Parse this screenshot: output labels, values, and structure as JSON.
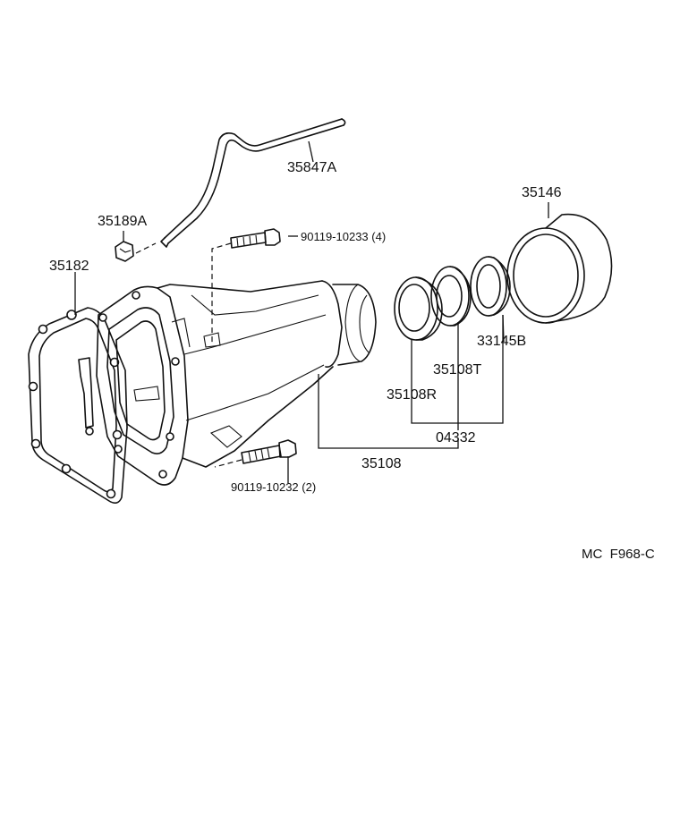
{
  "callouts": {
    "p35847A": "35847A",
    "p35146": "35146",
    "p35189A": "35189A",
    "p90119_10233": "90119-10233 (4)",
    "p35182": "35182",
    "p33145B": "33145B",
    "p35108T": "35108T",
    "p35108R": "35108R",
    "p04332": "04332",
    "p35108": "35108",
    "p90119_10232": "90119-10232 (2)"
  },
  "diagram_ref": "MC  F968-C"
}
